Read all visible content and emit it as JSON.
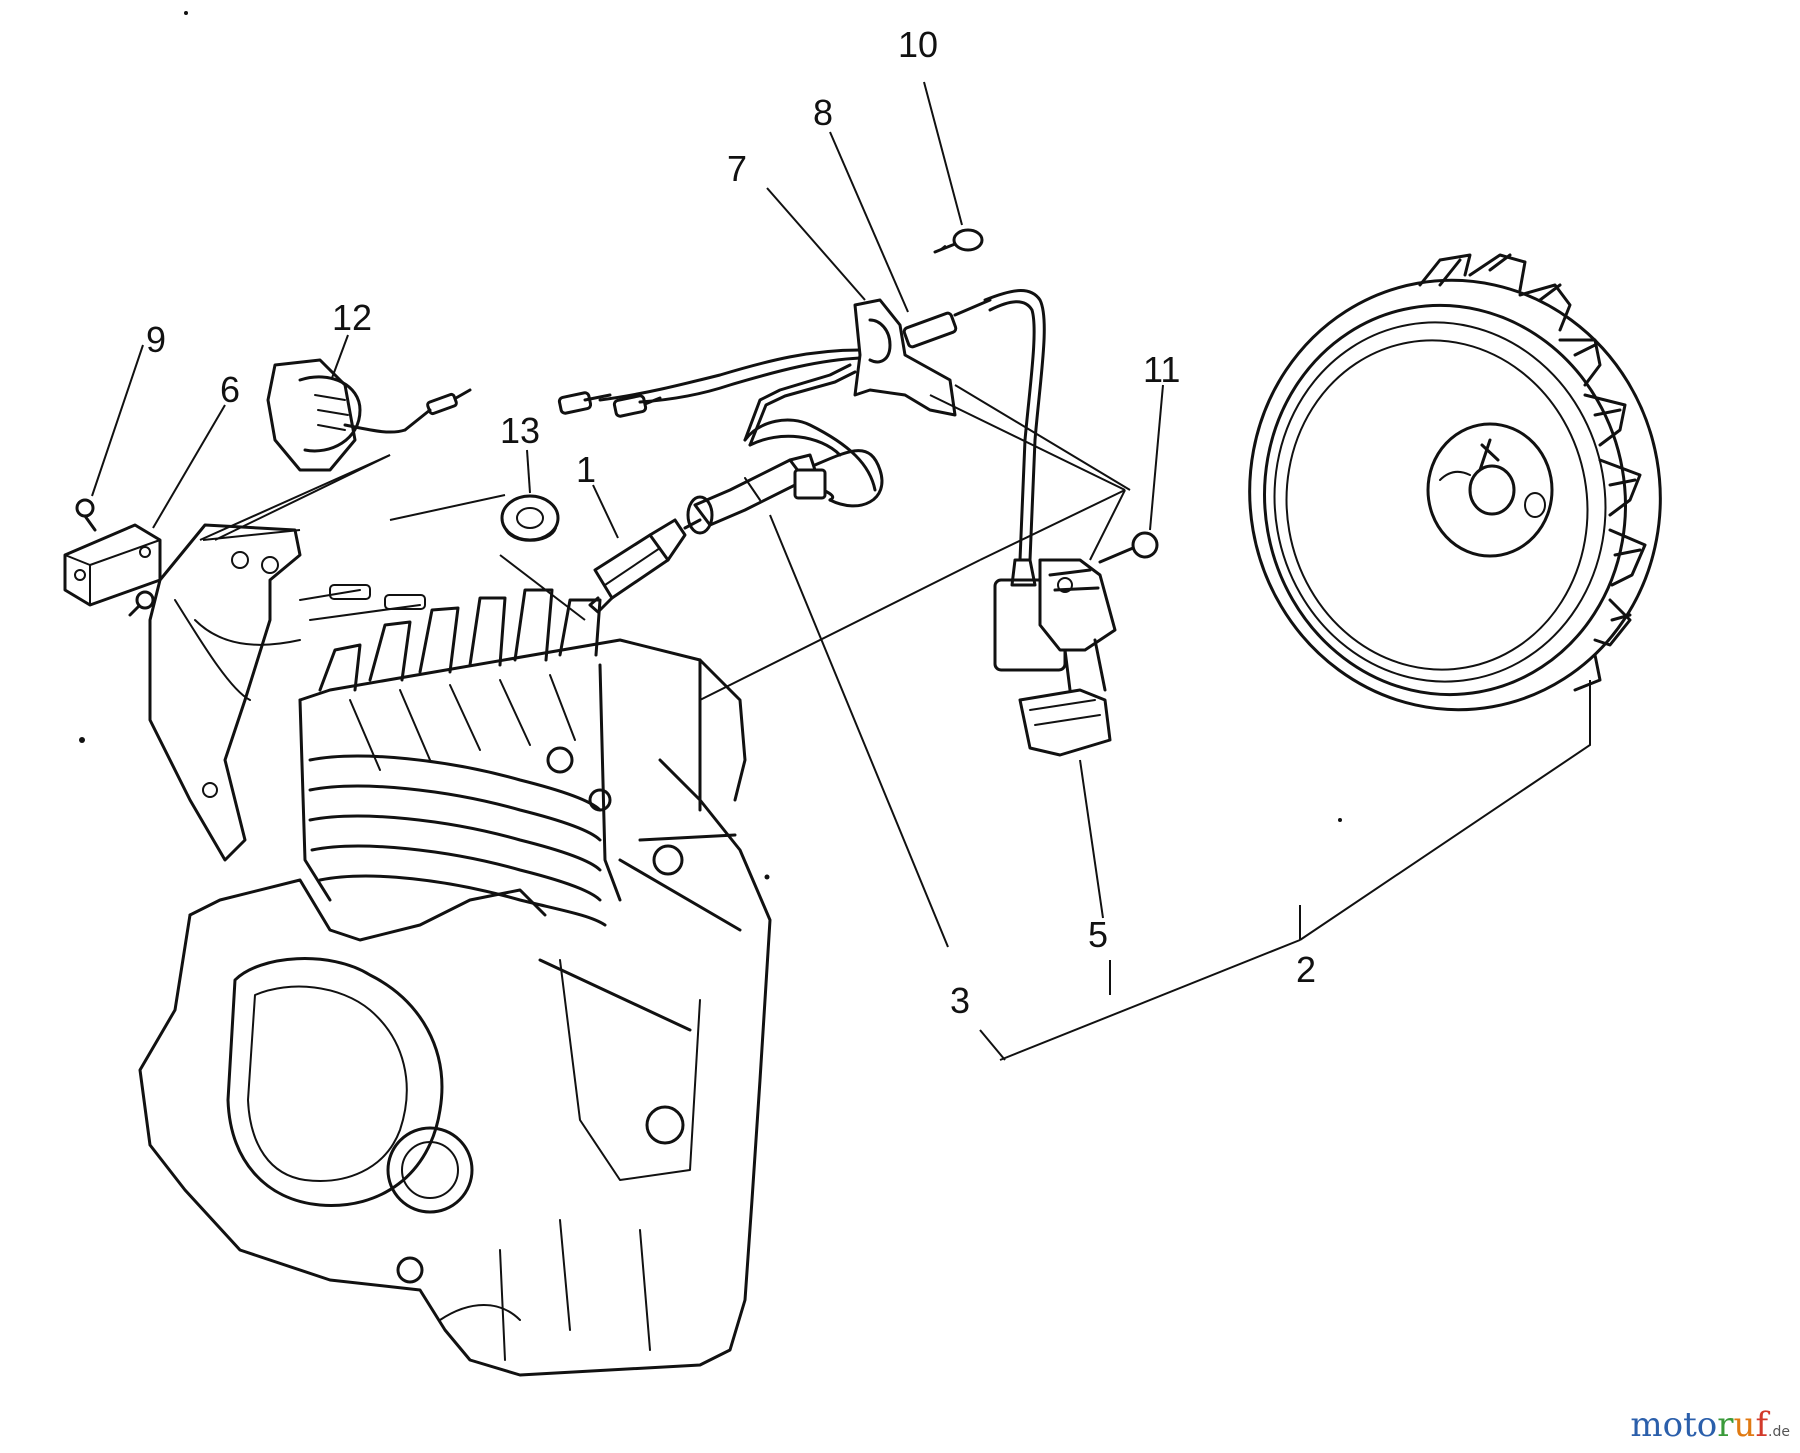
{
  "callouts": {
    "c1": "1",
    "c2": "2",
    "c3": "3",
    "c5": "5",
    "c6": "6",
    "c7": "7",
    "c8": "8",
    "c9": "9",
    "c10": "10",
    "c11": "11",
    "c12": "12",
    "c13": "13"
  },
  "watermark": {
    "letters": [
      "m",
      "o",
      "t",
      "o",
      "r",
      "u",
      "f"
    ],
    "tld": ".de",
    "colors": [
      "#2b5fab",
      "#2b5fab",
      "#2b5fab",
      "#2b5fab",
      "#3a9a3a",
      "#e07a12",
      "#d23a2a"
    ]
  }
}
